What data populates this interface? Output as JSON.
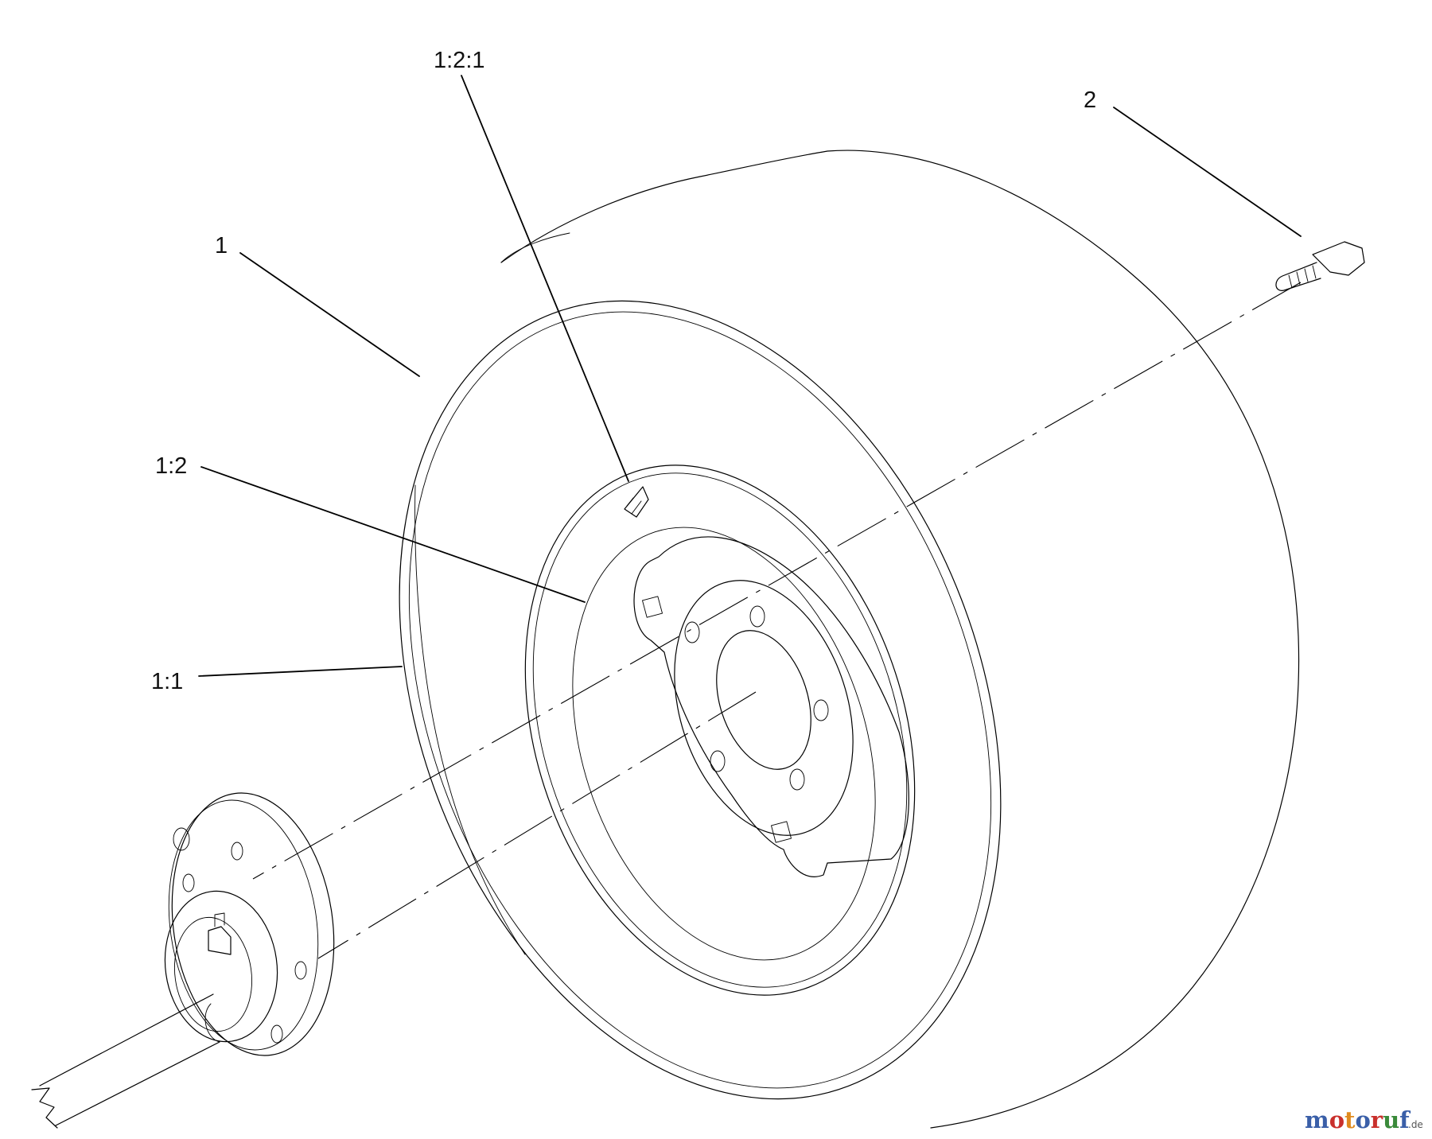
{
  "callouts": {
    "c_1_2_1": "1:2:1",
    "c_2": "2",
    "c_1": "1",
    "c_1_2": "1:2",
    "c_1_1": "1:1"
  },
  "watermark": {
    "text": "motoruf",
    "tld": ".de",
    "letter_colors": [
      "#3a5fa8",
      "#c9302c",
      "#e08a1e",
      "#3a5fa8",
      "#c9302c",
      "#3a8a3a",
      "#3a5fa8"
    ]
  },
  "parts": {
    "tire": "tire-icon",
    "wheel_rim": "wheel-rim-icon",
    "valve_stem": "valve-stem-icon",
    "lug_bolt": "lug-bolt-icon",
    "axle_hub": "axle-hub-icon"
  }
}
